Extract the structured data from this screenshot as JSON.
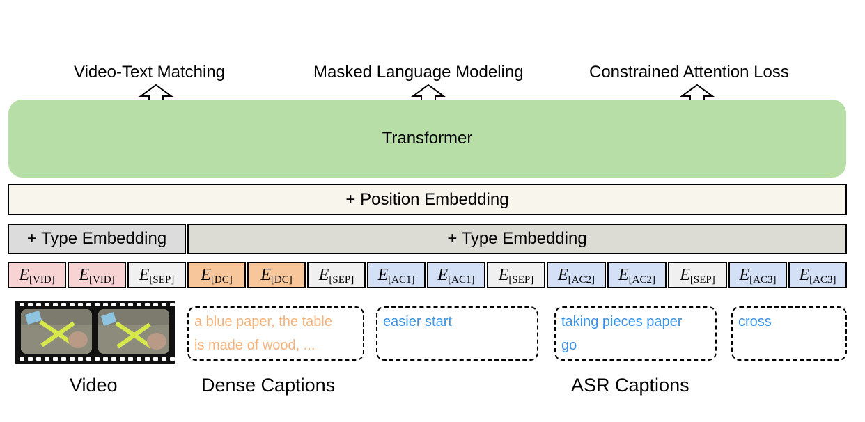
{
  "objectives": [
    {
      "label": "Video-Text Matching"
    },
    {
      "label": "Masked Language Modeling"
    },
    {
      "label": "Constrained Attention Loss"
    }
  ],
  "transformer": {
    "label": "Transformer"
  },
  "position_embedding": {
    "label": "+ Position Embedding"
  },
  "type_embedding_video": {
    "label": "+ Type Embedding"
  },
  "type_embedding_text": {
    "label": "+ Type Embedding"
  },
  "tokens": [
    {
      "e": "E",
      "sub": "[VID]",
      "kind": "vid"
    },
    {
      "e": "E",
      "sub": "[VID]",
      "kind": "vid"
    },
    {
      "e": "E",
      "sub": "[SEP]",
      "kind": "sep"
    },
    {
      "e": "E",
      "sub": "[DC]",
      "kind": "dc"
    },
    {
      "e": "E",
      "sub": "[DC]",
      "kind": "dc"
    },
    {
      "e": "E",
      "sub": "[SEP]",
      "kind": "sep"
    },
    {
      "e": "E",
      "sub": "[AC1]",
      "kind": "ac"
    },
    {
      "e": "E",
      "sub": "[AC1]",
      "kind": "ac"
    },
    {
      "e": "E",
      "sub": "[SEP]",
      "kind": "sep"
    },
    {
      "e": "E",
      "sub": "[AC2]",
      "kind": "ac"
    },
    {
      "e": "E",
      "sub": "[AC2]",
      "kind": "ac"
    },
    {
      "e": "E",
      "sub": "[SEP]",
      "kind": "sep"
    },
    {
      "e": "E",
      "sub": "[AC3]",
      "kind": "ac"
    },
    {
      "e": "E",
      "sub": "[AC3]",
      "kind": "ac"
    }
  ],
  "captions": {
    "dense": {
      "line1": "a blue paper, the table",
      "line2": "is made of wood, ..."
    },
    "asr1": {
      "line1": "easier start"
    },
    "asr2": {
      "line1": "taking pieces paper",
      "line2": "go"
    },
    "asr3": {
      "line1": "cross"
    }
  },
  "labels": {
    "video": "Video",
    "dense": "Dense Captions",
    "asr": "ASR Captions"
  },
  "colors": {
    "transformer": "#b8dea8",
    "vid_token": "#f7d3d4",
    "dc_token": "#f7c69a",
    "ac_token": "#d3e0f5",
    "sep_token": "#f0f0f0",
    "dense_text": "#f5b27a",
    "asr_text": "#3a93e8"
  }
}
